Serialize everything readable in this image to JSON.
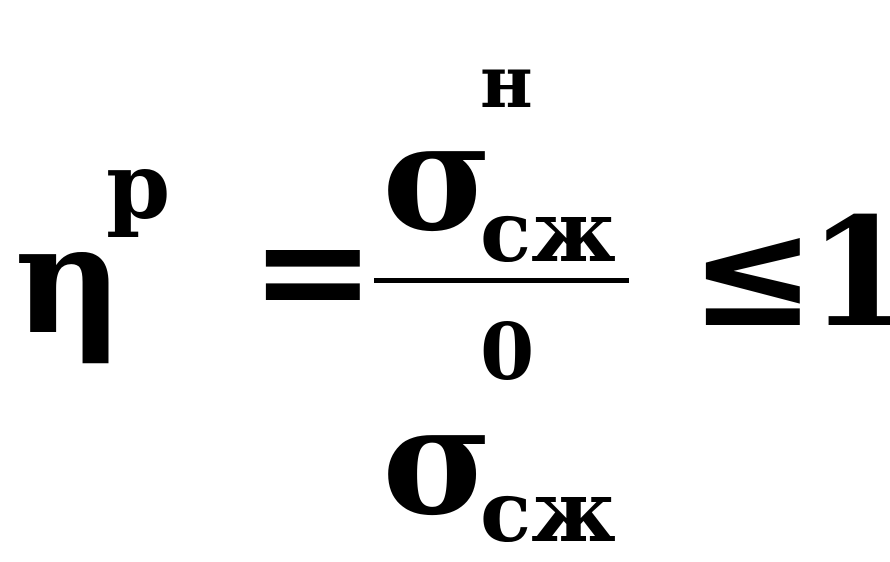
{
  "formula": {
    "lhs": {
      "symbol": "η",
      "superscript": "р"
    },
    "equals": "=",
    "fraction": {
      "numerator": {
        "symbol": "σ",
        "superscript": "н",
        "subscript": "сж"
      },
      "denominator": {
        "symbol": "σ",
        "superscript": "0",
        "subscript": "сж"
      }
    },
    "relation": "≤",
    "rhs": "1"
  }
}
